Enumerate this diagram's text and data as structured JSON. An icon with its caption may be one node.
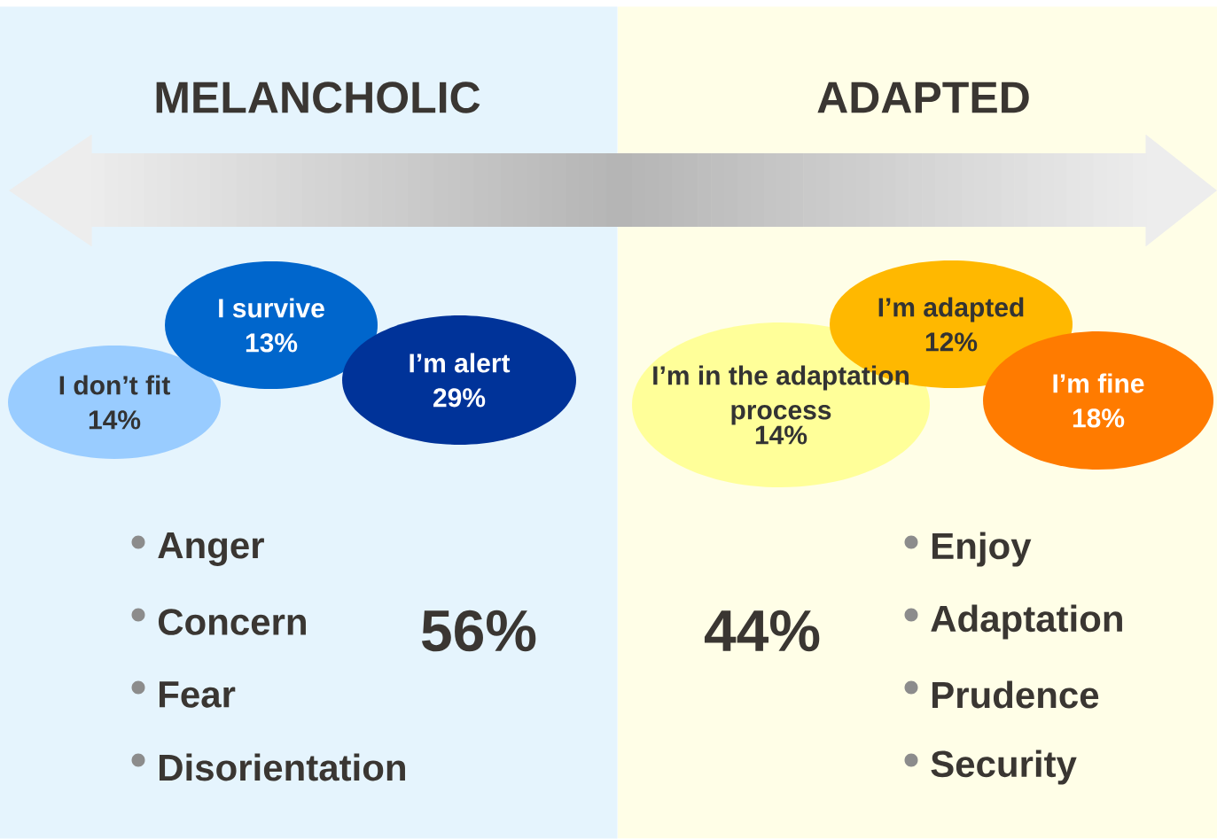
{
  "diagram": {
    "nodes": [
      {
        "text": [
          "MELANCHOLIC",
          "56%"
        ]
      },
      {
        "text": [
          "ADAPTED",
          "44%"
        ]
      },
      {
        "text": [
          "I don’t fit",
          "14%"
        ],
        "in": 0
      },
      {
        "text": [
          "I survive",
          "13%"
        ],
        "in": 0
      },
      {
        "text": [
          "I’m alert",
          "29%"
        ],
        "in": 0
      },
      {
        "text": [
          "I’m in the adaptation process",
          "14%"
        ],
        "in": 1
      },
      {
        "text": [
          "I’m adapted",
          "12%"
        ],
        "in": 1
      },
      {
        "text": [
          "I’m fine",
          "18%"
        ],
        "in": 1
      }
    ],
    "labels": [
      "Anger",
      "Concern",
      "Fear",
      "Disorientation",
      "Enjoy",
      "Adaptation",
      "Prudence",
      "Security"
    ]
  }
}
